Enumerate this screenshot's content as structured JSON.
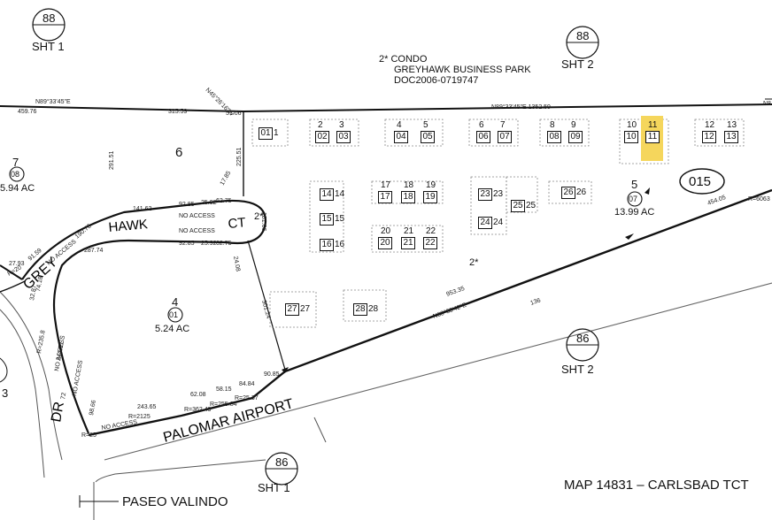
{
  "sheet_refs": [
    {
      "id": "sheet-ref-88-sht1",
      "num": "88",
      "label": "SHT 1"
    },
    {
      "id": "sheet-ref-88-sht2",
      "num": "88",
      "label": "SHT 2"
    },
    {
      "id": "sheet-ref-86-sht2",
      "num": "86",
      "label": "SHT 2"
    },
    {
      "id": "sheet-ref-86-sht1",
      "num": "86",
      "label": "SHT 1"
    }
  ],
  "condo_note": {
    "line1": "2* CONDO",
    "line2": "GREYHAWK BUSINESS PARK",
    "line3": "DOC2006-0719747"
  },
  "page_number": "015",
  "parcels": [
    {
      "lot": "7",
      "parcel": "08",
      "area": "5.94 AC"
    },
    {
      "lot": "6",
      "parcel": "",
      "area": ""
    },
    {
      "lot": "4",
      "parcel": "01",
      "area": "5.24 AC"
    },
    {
      "lot": "5",
      "parcel": "07",
      "area": "13.99 AC"
    }
  ],
  "streets": {
    "hawk": "HAWK",
    "ct": "CT",
    "grey": "GREY",
    "dr": "DR",
    "palomar": "PALOMAR AIRPORT",
    "paseo": "PASEO VALINDO"
  },
  "map_title": "MAP 14831 – CARLSBAD TCT",
  "lot_3": "3",
  "condo_marker_1": "2*",
  "condo_marker_2": "2*",
  "units": [
    {
      "n": "1",
      "box": "01"
    },
    {
      "n": "2",
      "box": "02"
    },
    {
      "n": "3",
      "box": "03"
    },
    {
      "n": "4",
      "box": "04"
    },
    {
      "n": "5",
      "box": "05"
    },
    {
      "n": "6",
      "box": "06"
    },
    {
      "n": "7",
      "box": "07"
    },
    {
      "n": "8",
      "box": "08"
    },
    {
      "n": "9",
      "box": "09"
    },
    {
      "n": "10",
      "box": "10"
    },
    {
      "n": "11",
      "box": "11"
    },
    {
      "n": "12",
      "box": "12"
    },
    {
      "n": "13",
      "box": "13"
    },
    {
      "n": "14",
      "box": "14"
    },
    {
      "n": "15",
      "box": "15"
    },
    {
      "n": "16",
      "box": "16"
    },
    {
      "n": "17",
      "box": "17"
    },
    {
      "n": "18",
      "box": "18"
    },
    {
      "n": "19",
      "box": "19"
    },
    {
      "n": "20",
      "box": "20"
    },
    {
      "n": "21",
      "box": "21"
    },
    {
      "n": "22",
      "box": "22"
    },
    {
      "n": "23",
      "box": "23"
    },
    {
      "n": "24",
      "box": "24"
    },
    {
      "n": "25",
      "box": "25"
    },
    {
      "n": "26",
      "box": "26"
    },
    {
      "n": "27",
      "box": "27"
    },
    {
      "n": "28",
      "box": "28"
    }
  ],
  "highlight_color": "#f5d65c",
  "dims": {
    "d1": "N89°33'45\"E",
    "d2": "459.76",
    "d3": "315.59",
    "d4": "N45°26'16\"W",
    "d5": "51.06",
    "d6": "N89°33'45\"E  1352.59",
    "d7": "N8",
    "d8": "225.51",
    "d9": "291.51",
    "d10": "17.85",
    "d11": "141.62",
    "d12": "92.85",
    "d13": "25.92",
    "d14": "62.75",
    "d15": "NO ACCESS",
    "d16": "190.76",
    "d17": "181.06",
    "d18": "92.85",
    "d19": "25.92",
    "d20": "62.75",
    "d21": "27.93",
    "d22": "91.59",
    "d23": "287.74",
    "d24": "R=20",
    "d25": "NO ACCESS",
    "d26": "74.18",
    "d27": "32.87",
    "d28": "24.08",
    "d29": "301.24",
    "d30": "454.05",
    "d31": "R=6063",
    "d32": "953.35",
    "d33": "N88°33'42\"E",
    "d34": "136",
    "d35": "90.85",
    "d36": "84.84",
    "d37": "58.15",
    "d38": "62.08",
    "d39": "243.65",
    "d40": "R=362.49",
    "d41": "R=255.84",
    "d42": "R=25.37",
    "d43": "R=2125",
    "d44": "NO ACCESS",
    "d45": "98.66",
    "d46": "NO ACCESS",
    "d47": "244.51",
    "d48": "R=235.8",
    "d49": "R=25",
    "d50": "72"
  }
}
